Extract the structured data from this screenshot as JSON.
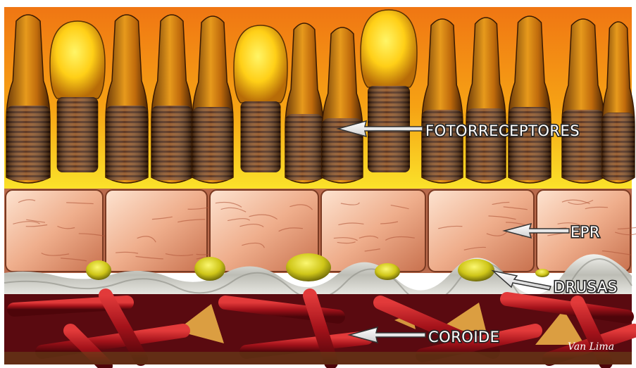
{
  "labels": {
    "photoreceptors": "FOTORRECEPTORES",
    "rpe": "EPR",
    "drusen": "DRUSAS",
    "choroid": "COROIDE"
  },
  "signature": "Van Lima",
  "colors": {
    "background_top": "#f37d12",
    "background_mid": "#f9d31c",
    "rod_body": "#e28a14",
    "rod_stripes": "#6a2e0c",
    "cone_glow": "#ffe230",
    "epr_tissue": "#f1b79a",
    "drusen": "#d9cf1c",
    "choroid": "#8e1118"
  },
  "icons": [
    "arrow-left-icon"
  ]
}
